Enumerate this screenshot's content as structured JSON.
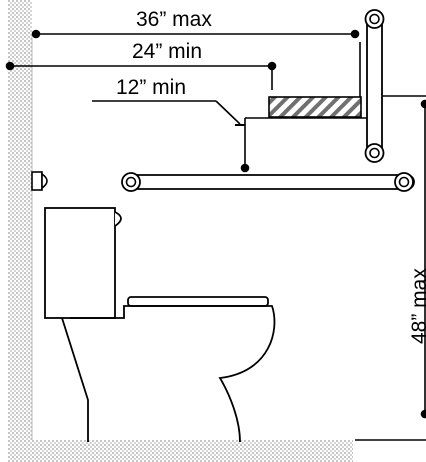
{
  "labels": {
    "max_reach": "36” max",
    "min_reach": "24” min",
    "dispenser_offset": "12” min",
    "max_height": "48” max"
  },
  "colors": {
    "line": "#000000",
    "wall_hatch": "#9a9a9a",
    "dispenser_hatch": "#707070",
    "background": "#ffffff"
  },
  "icons": {
    "grab_bar": "grab-bar",
    "toilet": "toilet",
    "flush_lever": "flush-lever",
    "toilet_paper_dispenser": "toilet-paper-dispenser"
  }
}
